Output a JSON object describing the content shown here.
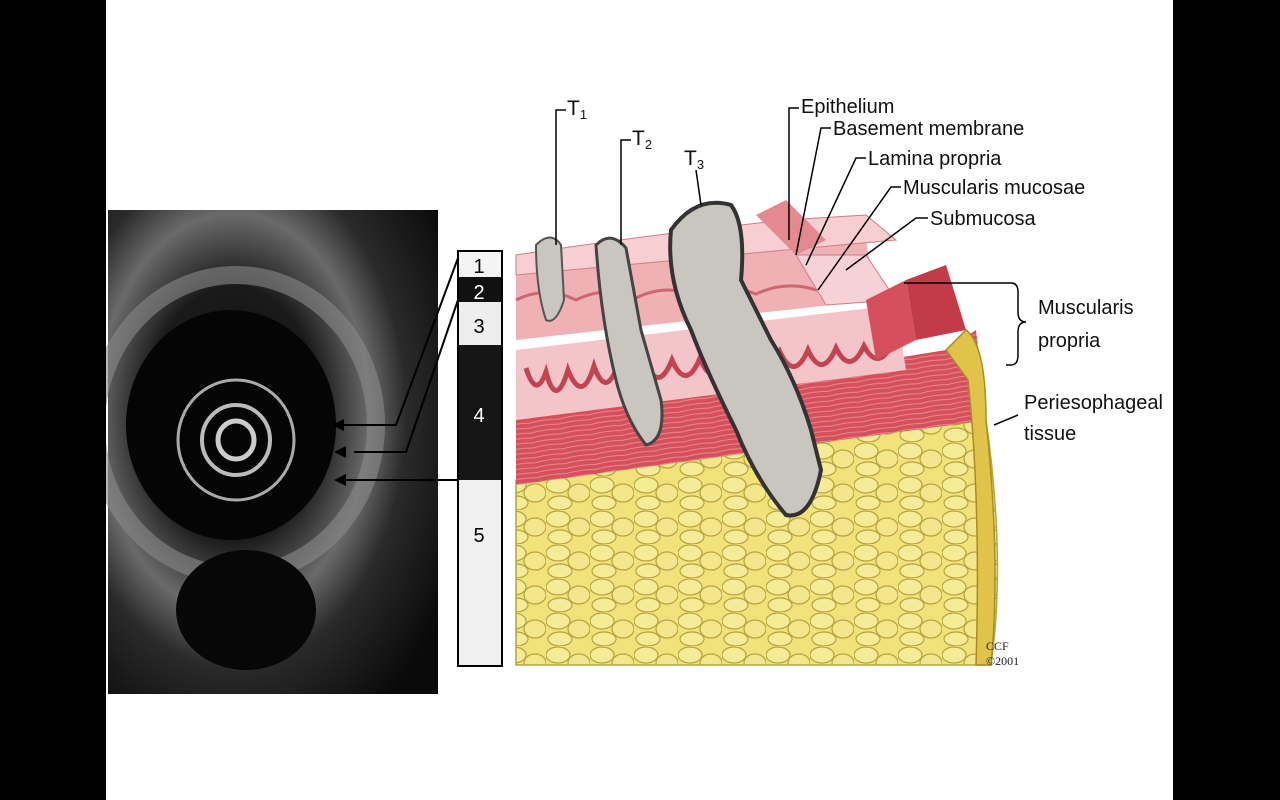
{
  "scale_bar": {
    "bands": [
      {
        "number": "1",
        "shade": "white"
      },
      {
        "number": "2",
        "shade": "black"
      },
      {
        "number": "3",
        "shade": "white"
      },
      {
        "number": "4",
        "shade": "black"
      },
      {
        "number": "5",
        "shade": "white"
      }
    ]
  },
  "tumor_labels": [
    {
      "prefix": "T",
      "sub": "1"
    },
    {
      "prefix": "T",
      "sub": "2"
    },
    {
      "prefix": "T",
      "sub": "3"
    }
  ],
  "layer_labels": {
    "epithelium": "Epithelium",
    "basement_membrane": "Basement membrane",
    "lamina_propria": "Lamina propria",
    "muscularis_mucosae": "Muscularis mucosae",
    "submucosa": "Submucosa",
    "muscularis_propria_line1": "Muscularis",
    "muscularis_propria_line2": "propria",
    "periesophageal_line1": "Periesophageal",
    "periesophageal_line2": "tissue"
  },
  "credit": {
    "line1": "CCF",
    "line2": "©2001"
  },
  "colors": {
    "fat": "#f1e27a",
    "muscle": "#d5505a",
    "mucosa": "#efb1b4",
    "submucosa": "#f6d2d6",
    "tumor": "#c9c6bf"
  }
}
